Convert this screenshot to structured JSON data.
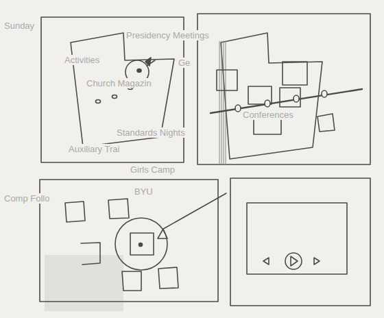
{
  "diagram": {
    "labels": [
      "Sunday",
      "Presidency Meetings",
      "Ge",
      "Activities",
      "Church Magazin",
      "Conferences",
      "Standards Nights",
      "Auxiliary Trai",
      "Girls Camp",
      "BYU",
      "Comp Follo"
    ]
  }
}
